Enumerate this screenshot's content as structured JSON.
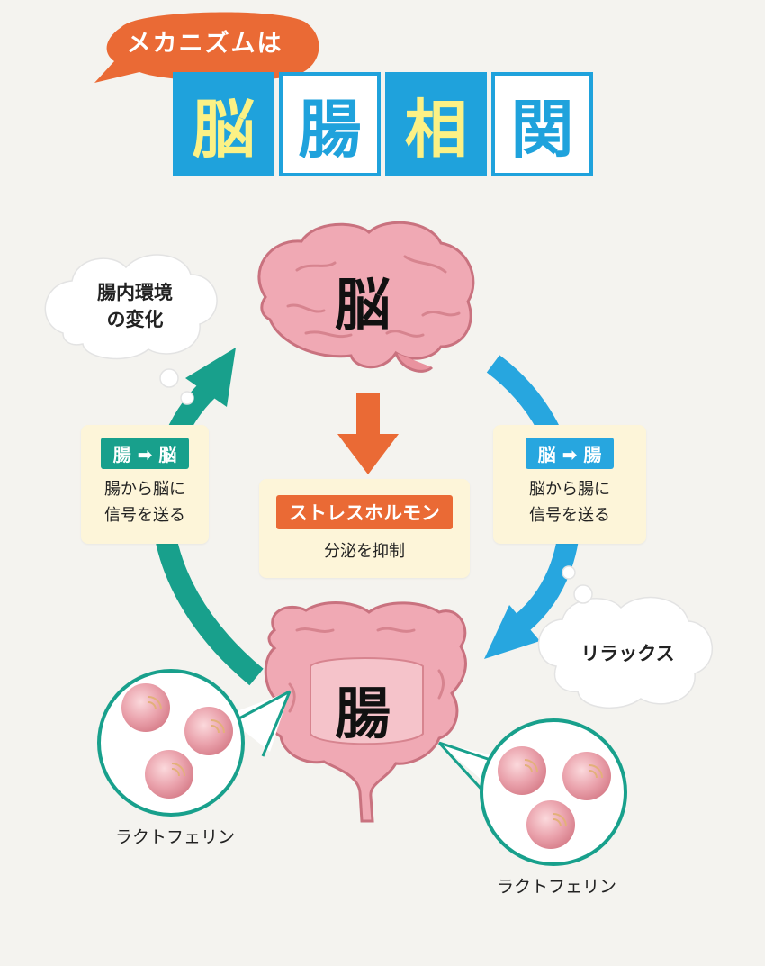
{
  "header": {
    "badge": "メカニズムは",
    "title_chars": [
      "脳",
      "腸",
      "相",
      "関"
    ]
  },
  "clouds": {
    "left_line1": "腸内環境",
    "left_line2": "の変化",
    "right": "リラックス"
  },
  "organs": {
    "brain": "脳",
    "gut": "腸"
  },
  "boxes": {
    "left": {
      "pill": "腸 ➡ 脳",
      "line1": "腸から脳に",
      "line2": "信号を送る"
    },
    "right": {
      "pill": "脳 ➡ 腸",
      "line1": "脳から腸に",
      "line2": "信号を送る"
    },
    "center": {
      "pill": "ストレスホルモン",
      "line1": "分泌を抑制"
    }
  },
  "captions": {
    "left": "ラクトフェリン",
    "right": "ラクトフェリン"
  },
  "colors": {
    "teal": "#18a08c",
    "blue": "#27a6df",
    "orange": "#ea6a35",
    "title_blue": "#1fa2dc",
    "title_yellow": "#fbf185",
    "organ_pink": "#efa7b2"
  }
}
